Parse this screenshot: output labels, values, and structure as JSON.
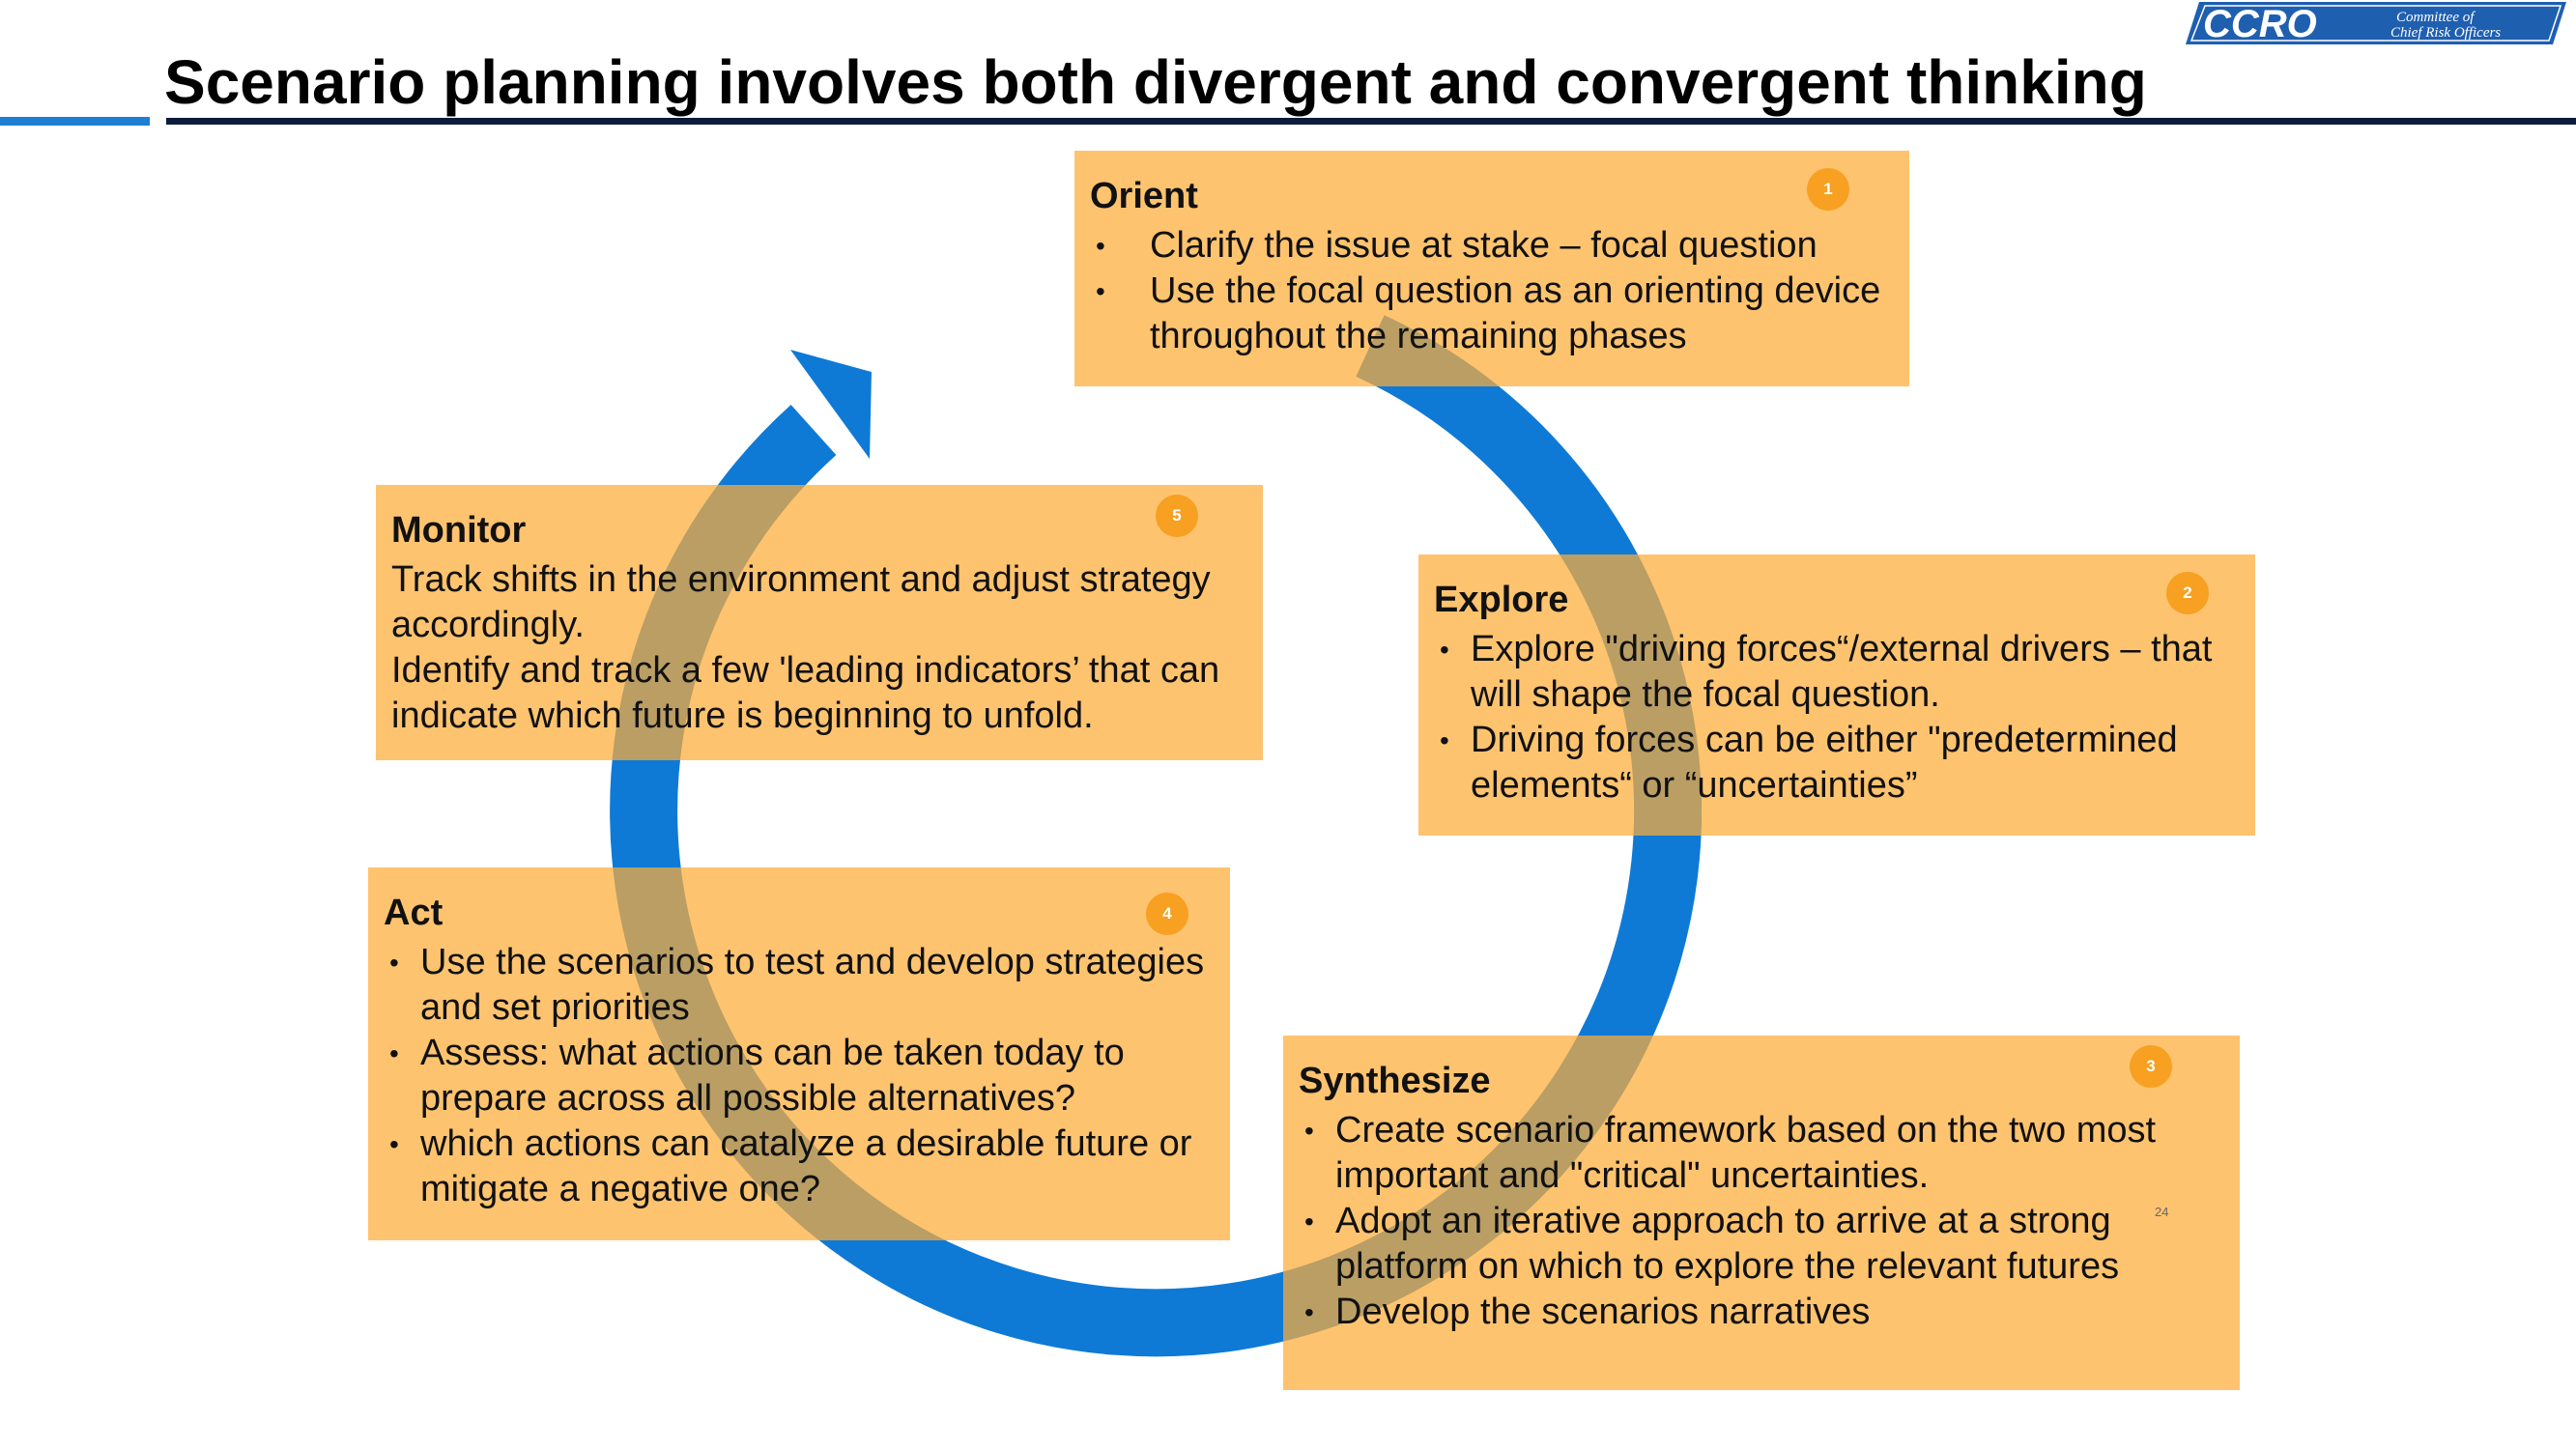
{
  "slide": {
    "title": "Scenario planning involves both divergent and convergent thinking",
    "page_number": "24"
  },
  "logo": {
    "text": "CCRO",
    "subtitle_line1": "Committee of",
    "subtitle_line2": "Chief Risk Officers"
  },
  "colors": {
    "accent_blue": "#1f7fd1",
    "arrow_blue": "#0e7ad6",
    "box_orange": "#fdbd6a",
    "badge_orange": "#f7a021",
    "title_rule": "#0d1b3a"
  },
  "phases": {
    "orient": {
      "number": "1",
      "title": "Orient",
      "bullets": [
        "Clarify the issue at stake – focal question",
        "Use the focal question as an orienting device throughout the remaining phases"
      ]
    },
    "explore": {
      "number": "2",
      "title": "Explore",
      "bullets": [
        "Explore \"driving forces“/external drivers –  that will shape the focal question.",
        "Driving forces can be either \"predetermined elements“ or “uncertainties”"
      ]
    },
    "synthesize": {
      "number": "3",
      "title": "Synthesize",
      "bullets": [
        "Create scenario framework based on the two most important and \"critical\" uncertainties.",
        "Adopt an iterative approach to arrive at a strong platform on which to explore the relevant futures",
        "Develop the scenarios narratives"
      ]
    },
    "act": {
      "number": "4",
      "title": "Act",
      "bullets": [
        "Use the scenarios to test and develop strategies and set priorities",
        "Assess: what actions can be taken today to prepare across all possible alternatives?",
        "which actions can catalyze a desirable future or mitigate a negative one?"
      ]
    },
    "monitor": {
      "number": "5",
      "title": "Monitor",
      "lines": [
        "Track shifts in the environment and adjust strategy accordingly.",
        "Identify and track a few 'leading indicators’ that can indicate which future is beginning to unfold."
      ]
    }
  }
}
